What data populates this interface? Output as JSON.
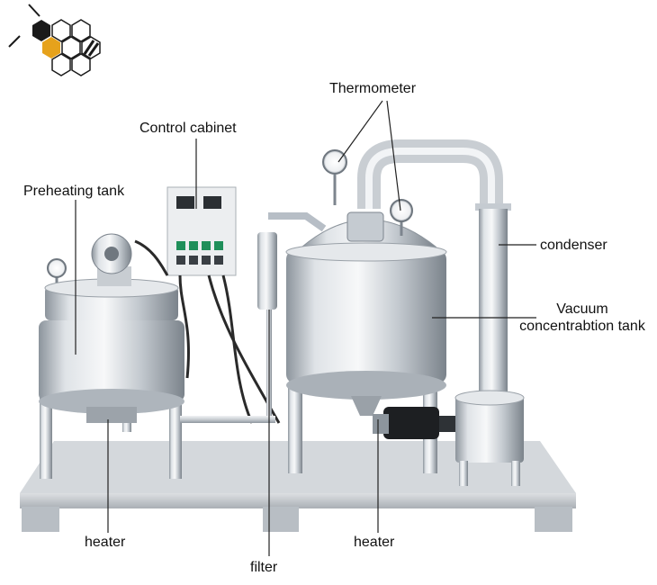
{
  "labels": {
    "preheating_tank": "Preheating tank",
    "control_cabinet": "Control cabinet",
    "thermometer": "Thermometer",
    "condenser": "condenser",
    "vacuum_tank_line1": "Vacuum",
    "vacuum_tank_line2": "concentrabtion tank",
    "heater_left": "heater",
    "filter": "filter",
    "heater_right": "heater"
  },
  "colors": {
    "logo_black": "#1a1a1a",
    "logo_orange": "#e6a21c",
    "steel_light": "#e9ecef",
    "steel_mid": "#b7bec6",
    "steel_dark": "#7d858e",
    "pointer_line": "#222222",
    "label_text": "#111111"
  },
  "icons": {
    "logo": "honeycomb-bee-logo-icon"
  }
}
